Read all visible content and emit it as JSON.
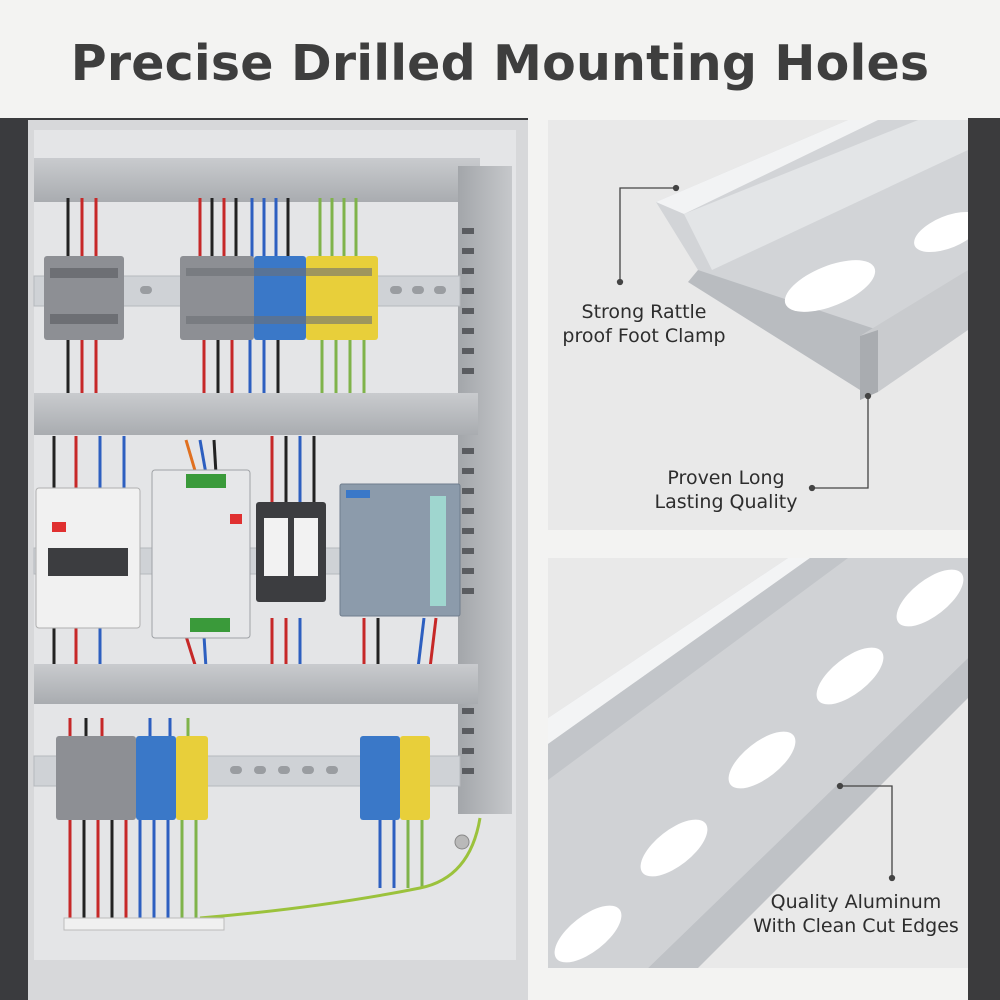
{
  "title": "Precise Drilled Mounting Holes",
  "callouts": {
    "foot_clamp": {
      "line1": "Strong Rattle",
      "line2": "proof Foot Clamp"
    },
    "quality": {
      "line1": "Proven Long",
      "line2": "Lasting Quality"
    },
    "aluminum": {
      "line1": "Quality Aluminum",
      "line2": "With Clean Cut Edges"
    }
  },
  "colors": {
    "title": "#3e3e3e",
    "cabinet_frame": "#3a3b3e",
    "cabinet_back": "#dfe0e2",
    "rail": "#cfd2d6",
    "terminal_gray": "#8d8f94",
    "terminal_blue": "#3a78c8",
    "terminal_yellow": "#e8cf3a",
    "panel_bg": "#e9e9e9",
    "callout_line": "#444444"
  }
}
